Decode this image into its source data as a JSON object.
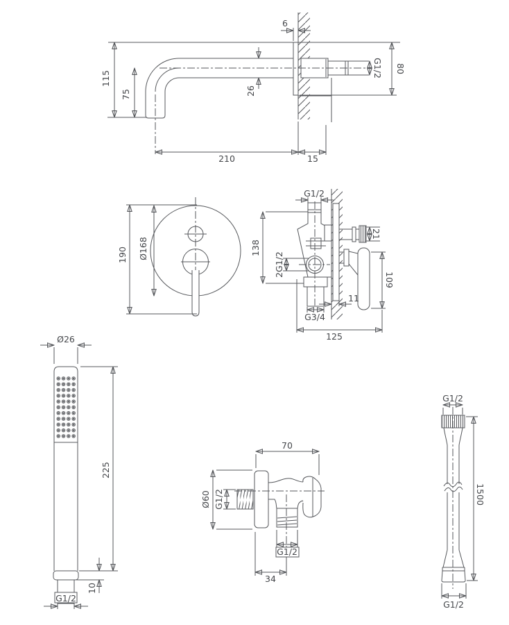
{
  "page": {
    "background_color": "#ffffff",
    "line_color": "#55575b",
    "text_color": "#45474b",
    "description": "Dimensional technical drawing of a concealed bath-shower fitting set"
  },
  "spout": {
    "dim_wall_offset": "6",
    "dim_total_height": "115",
    "dim_drop": "75",
    "dim_tube_dia": "26",
    "dim_thread": "G1/2",
    "dim_embed_height": "80",
    "dim_reach": "210",
    "dim_wall_depth": "15"
  },
  "mixer_front": {
    "dim_total_height": "190",
    "dim_plate_dia": "Ø168"
  },
  "mixer_side": {
    "dim_inlet_thread": "G1/2",
    "dim_body_height": "138",
    "dim_outlet_stub": "21",
    "dim_side_outlets": "2G1/2",
    "dim_bottom_thread": "G3/4",
    "dim_plate_offset": "11",
    "dim_handle_drop": "109",
    "dim_total_depth": "125"
  },
  "handshower": {
    "dim_head_dia": "Ø26",
    "dim_length": "225",
    "dim_nut": "10",
    "dim_thread": "G1/2"
  },
  "elbow": {
    "dim_depth": "70",
    "dim_plate_dia": "Ø60",
    "dim_inlet_thread": "G1/2",
    "dim_outlet_thread": "G1/2",
    "dim_axis_offset": "34"
  },
  "hose": {
    "dim_top_thread": "G1/2",
    "dim_length": "1500",
    "dim_bottom_thread": "G1/2"
  }
}
